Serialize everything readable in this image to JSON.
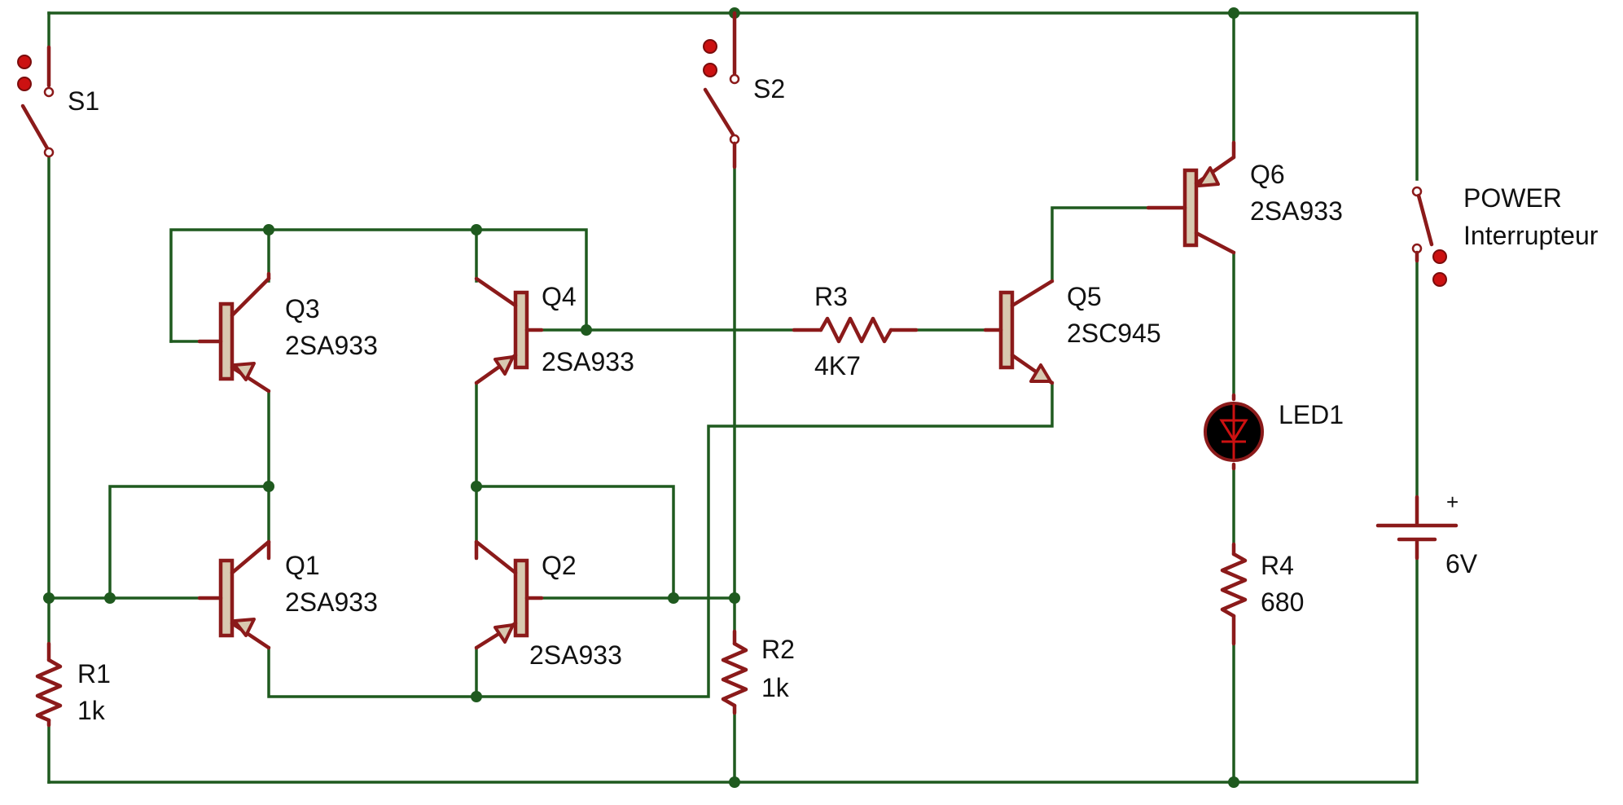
{
  "switches": [
    {
      "ref": "S1"
    },
    {
      "ref": "S2"
    },
    {
      "ref": "POWER",
      "value": "Interrupteur"
    }
  ],
  "transistors": [
    {
      "ref": "Q1",
      "value": "2SA933"
    },
    {
      "ref": "Q2",
      "value": "2SA933"
    },
    {
      "ref": "Q3",
      "value": "2SA933"
    },
    {
      "ref": "Q4",
      "value": "2SA933"
    },
    {
      "ref": "Q5",
      "value": "2SC945"
    },
    {
      "ref": "Q6",
      "value": "2SA933"
    }
  ],
  "resistors": [
    {
      "ref": "R1",
      "value": "1k"
    },
    {
      "ref": "R2",
      "value": "1k"
    },
    {
      "ref": "R3",
      "value": "4K7"
    },
    {
      "ref": "R4",
      "value": "680"
    }
  ],
  "led": {
    "ref": "LED1"
  },
  "battery": {
    "polarity": "+",
    "value": "6V"
  },
  "colors": {
    "wire": "#1f5a1f",
    "component": "#8b1a1a",
    "body": "#d8c9b0",
    "probe": "#cc1111"
  }
}
